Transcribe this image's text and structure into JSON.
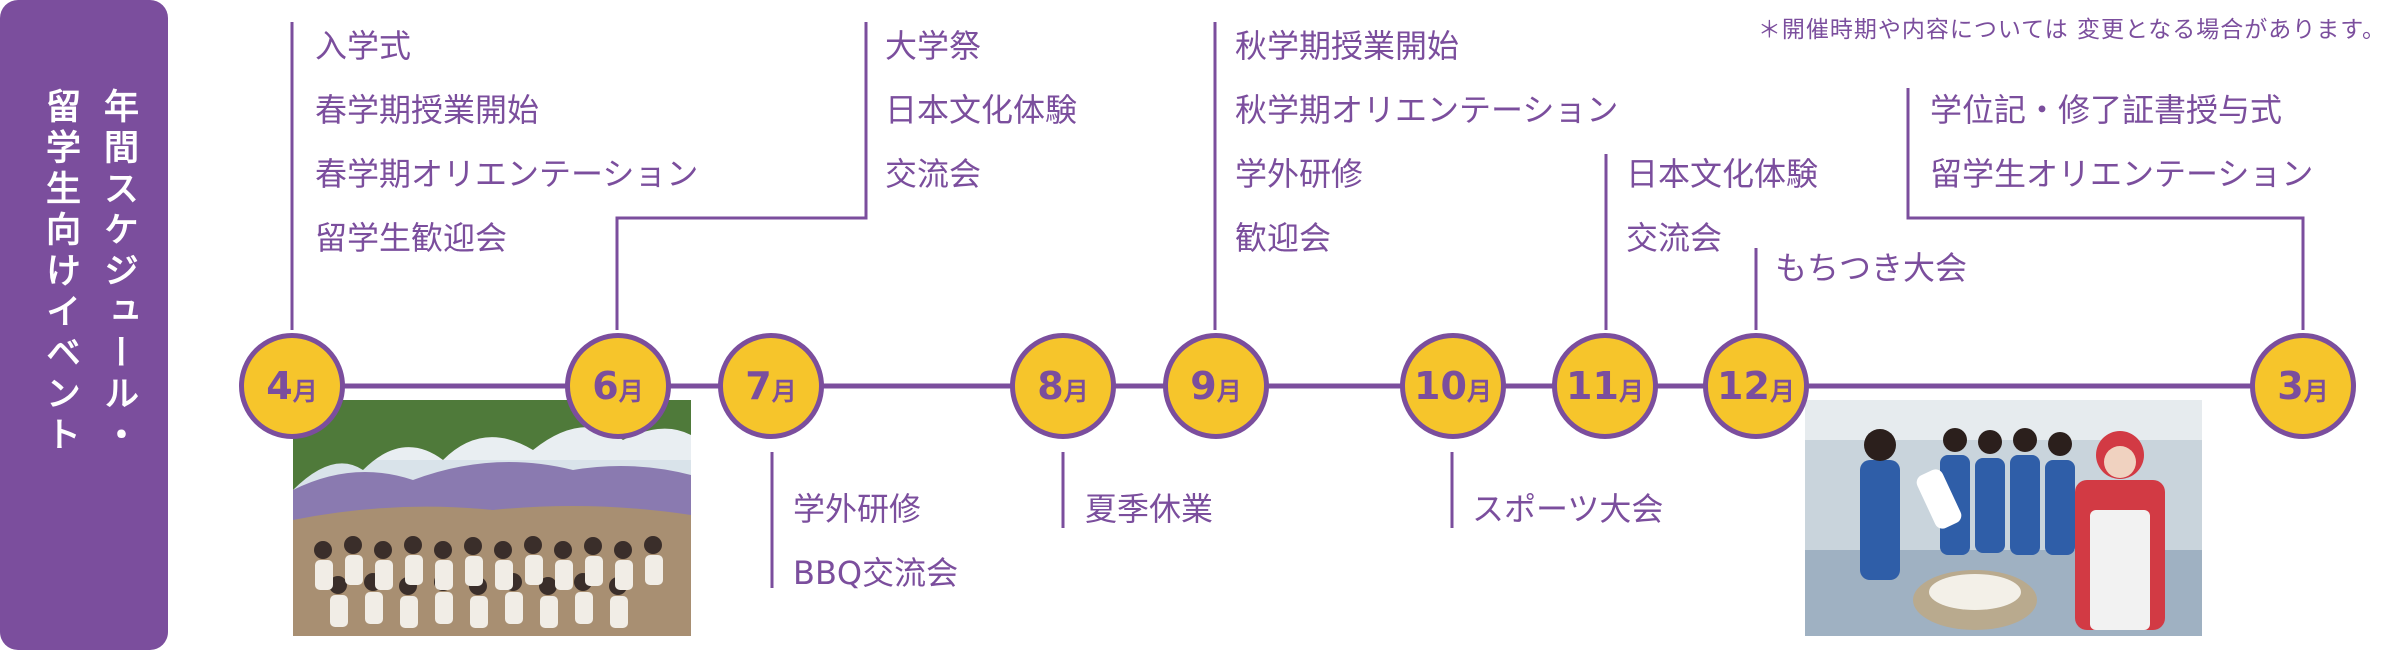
{
  "title": {
    "line1": "年間スケジュール・",
    "line2": "留学生向けイベント"
  },
  "notice": "＊開催時期や内容については 変更となる場合があります。",
  "months": {
    "apr": {
      "num": "4",
      "unit": "月"
    },
    "jun": {
      "num": "6",
      "unit": "月"
    },
    "jul": {
      "num": "7",
      "unit": "月"
    },
    "aug": {
      "num": "8",
      "unit": "月"
    },
    "sep": {
      "num": "9",
      "unit": "月"
    },
    "oct": {
      "num": "10",
      "unit": "月"
    },
    "nov": {
      "num": "11",
      "unit": "月"
    },
    "dec": {
      "num": "12",
      "unit": "月"
    },
    "mar": {
      "num": "3",
      "unit": "月"
    }
  },
  "events": {
    "apr": [
      "入学式",
      "春学期授業開始",
      "春学期オリエンテーション",
      "留学生歓迎会"
    ],
    "jun": [
      "大学祭",
      "日本文化体験",
      "交流会"
    ],
    "jul": [
      "学外研修",
      "BBQ交流会"
    ],
    "aug": [
      "夏季休業"
    ],
    "sep": [
      "秋学期授業開始",
      "秋学期オリエンテーション",
      "学外研修",
      "歓迎会"
    ],
    "oct": [
      "スポーツ大会"
    ],
    "nov": [
      "日本文化体験",
      "交流会"
    ],
    "dec": [
      "もちつき大会"
    ],
    "mar": [
      "学位記・修了証書授与式",
      "留学生オリエンテーション"
    ]
  },
  "colors": {
    "purple": "#7b4e9d",
    "yellow": "#f6c52b"
  }
}
